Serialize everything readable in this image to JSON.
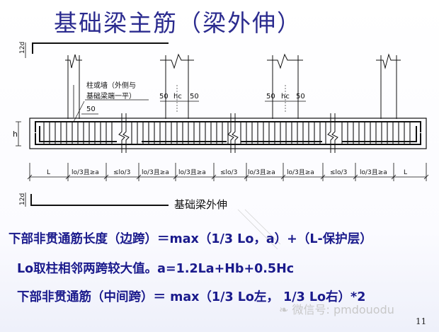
{
  "title": "基础梁主筋（梁外伸）",
  "diagram": {
    "dim_12d": "12d",
    "dim_h": "h",
    "column_note_line1": "柱或墙（外侧与",
    "column_note_line2": "基础梁端一平）",
    "dim_50": "50",
    "dim_hc": "hc",
    "span_labels": [
      "L",
      "lo/3且≥a",
      "≤lo/3",
      "lo/3且≥a",
      "lo/3且≥a",
      "≤lo/3",
      "lo/3且≥a",
      "lo/3且≥a",
      "≤lo/3",
      "lo/3且≥a",
      "L"
    ],
    "extension_label": "基础梁外伸"
  },
  "formulas": {
    "line1": "下部非贯通筋长度（边跨）＝max（1/3 Lo，a）+（L-保护层）",
    "line2": "Lo取柱相邻两跨较大值。a=1.2La+Hb+0.5Hc",
    "line3": "下部非贯通筋（中间跨）＝ max（1/3 Lo左， 1/3 Lo右）*2"
  },
  "watermark": "微信号: pmdouodu",
  "page_number": "11"
}
